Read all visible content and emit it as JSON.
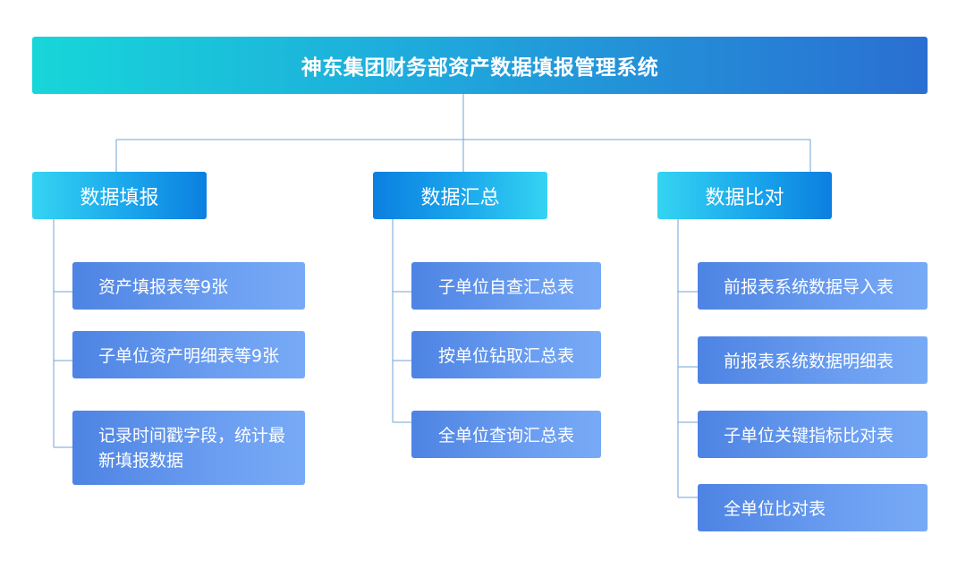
{
  "title": "神东集团财务部资产数据填报管理系统",
  "categories": [
    {
      "label": "数据填报",
      "items": [
        "资产填报表等9张",
        "子单位资产明细表等9张",
        "记录时间戳字段，统计最新填报数据"
      ]
    },
    {
      "label": "数据汇总",
      "items": [
        "子单位自查汇总表",
        "按单位钻取汇总表",
        "全单位查询汇总表"
      ]
    },
    {
      "label": "数据比对",
      "items": [
        "前报表系统数据导入表",
        "前报表系统数据明细表",
        "子单位关键指标比对表",
        "全单位比对表"
      ]
    }
  ],
  "colors": {
    "connector": "#6fa3d6",
    "title_gradient": [
      "#17d6d9",
      "#1fa8dc",
      "#2a6fd2"
    ],
    "category_gradient": [
      "#34d4f2",
      "#1aa6ec",
      "#0b7fe0"
    ],
    "item_gradient": [
      "#4d83e3",
      "#6a9df0",
      "#77aaf6"
    ]
  }
}
